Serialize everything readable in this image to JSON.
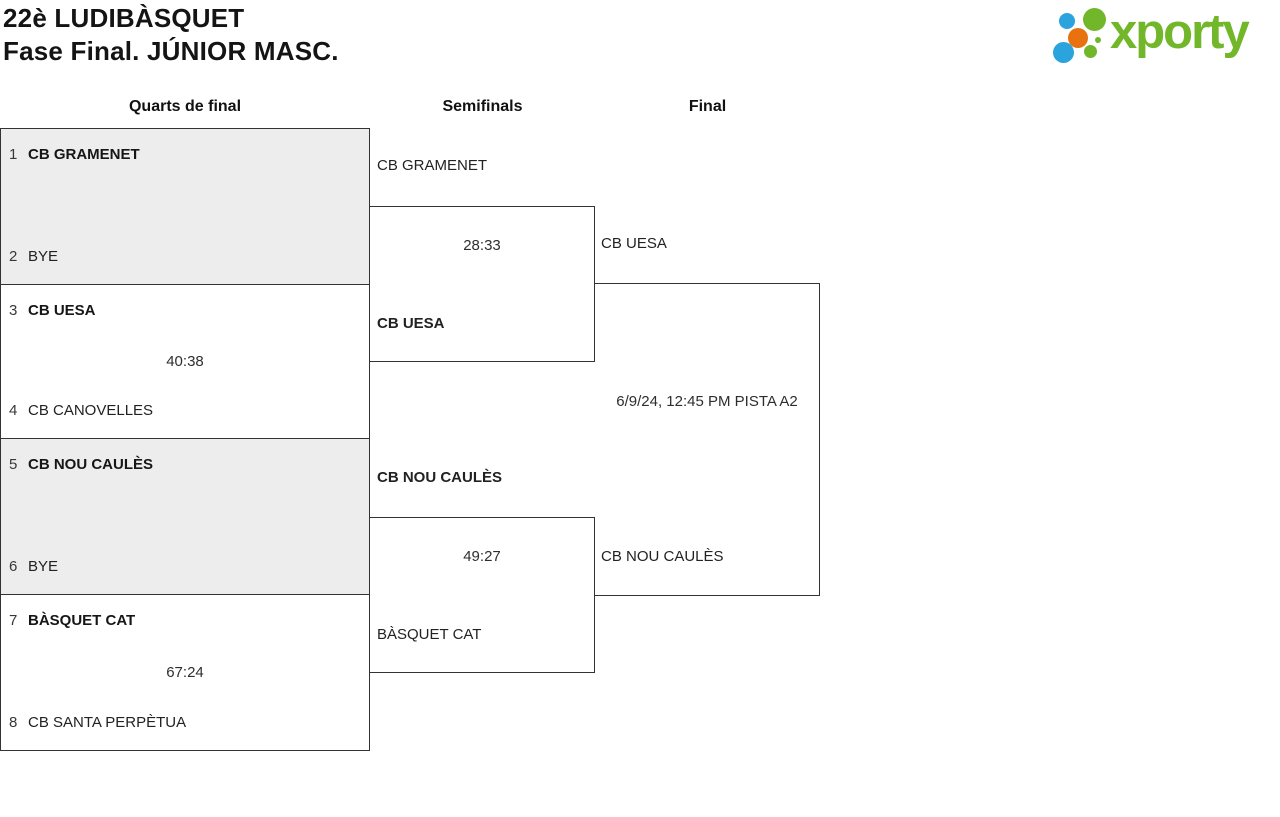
{
  "header": {
    "title_line1": "22è LUDIBÀSQUET",
    "title_line2": "Fase Final. JÚNIOR MASC.",
    "logo": {
      "brand": "xporty"
    }
  },
  "round_headers": {
    "quarterfinals": "Quarts de final",
    "semifinals": "Semifinals",
    "final": "Final"
  },
  "bracket": {
    "quarterfinals": [
      {
        "seed_top": "1",
        "team_top": "CB GRAMENET",
        "score": "",
        "seed_bottom": "2",
        "team_bottom": "BYE",
        "winner": "top",
        "bye": true
      },
      {
        "seed_top": "3",
        "team_top": "CB UESA",
        "score": "40:38",
        "seed_bottom": "4",
        "team_bottom": "CB CANOVELLES",
        "winner": "top",
        "bye": false
      },
      {
        "seed_top": "5",
        "team_top": "CB NOU CAULÈS",
        "score": "",
        "seed_bottom": "6",
        "team_bottom": "BYE",
        "winner": "top",
        "bye": true
      },
      {
        "seed_top": "7",
        "team_top": "BÀSQUET CAT",
        "score": "67:24",
        "seed_bottom": "8",
        "team_bottom": "CB SANTA PERPÈTUA",
        "winner": "top",
        "bye": false
      }
    ],
    "semifinals": [
      {
        "team_top": "CB GRAMENET",
        "score": "28:33",
        "team_bottom": "CB UESA",
        "winner": "bottom"
      },
      {
        "team_top": "CB NOU CAULÈS",
        "score": "49:27",
        "team_bottom": "BÀSQUET CAT",
        "winner": "top"
      }
    ],
    "final": {
      "team_top": "CB UESA",
      "team_bottom": "CB NOU CAULÈS",
      "schedule": "6/9/24, 12:45 PM PISTA A2"
    }
  },
  "colors": {
    "bye_background": "#ededed",
    "border": "#333333",
    "logo_green": "#72b72a",
    "logo_blue": "#2ba3dc",
    "logo_orange": "#e87210"
  }
}
